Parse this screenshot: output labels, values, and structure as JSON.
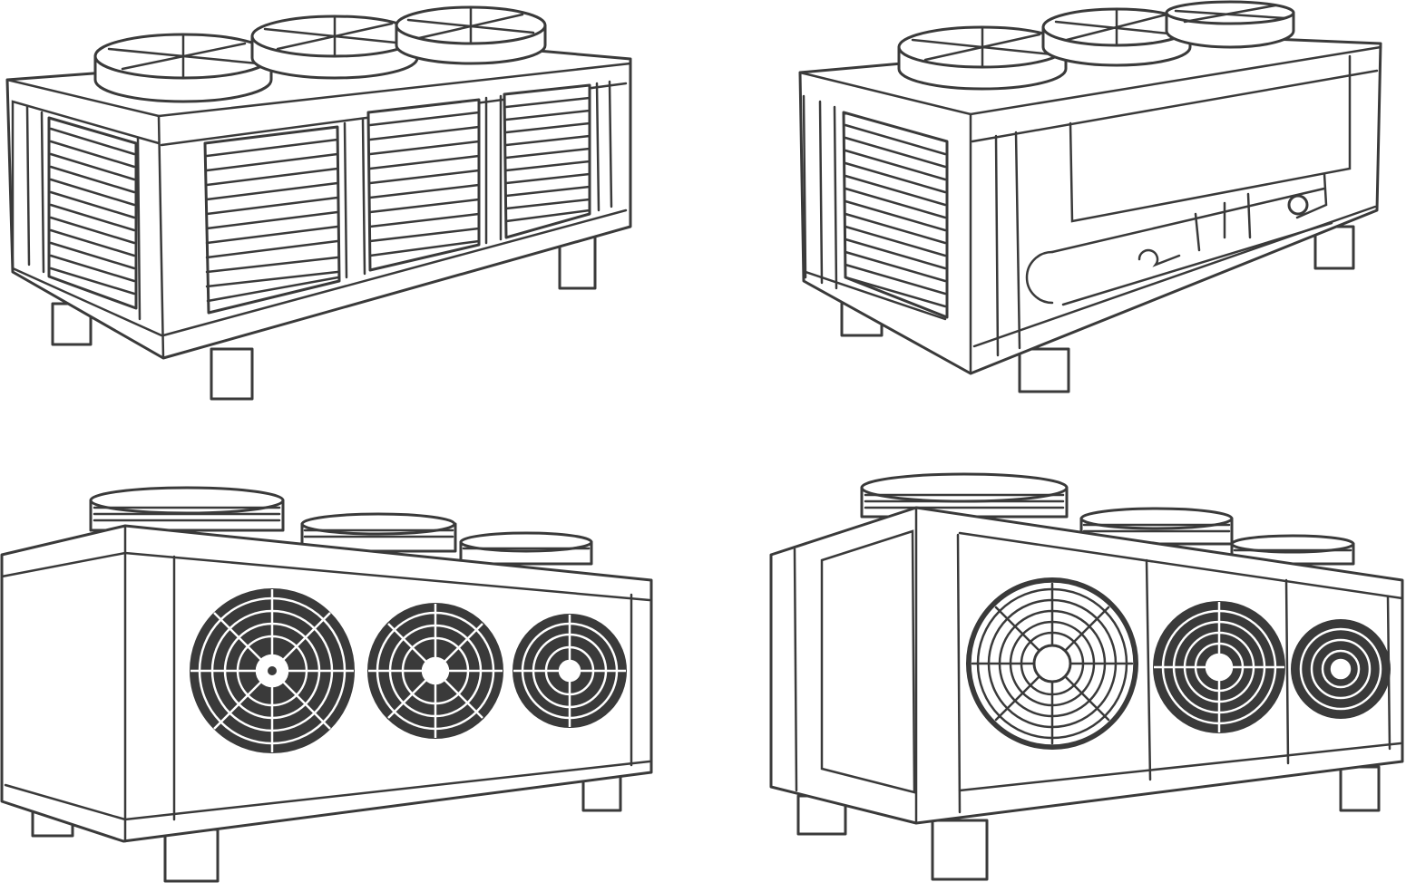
{
  "image": {
    "style": "line-art illustration",
    "stroke_color": "#3a3a3a",
    "background_color": "#ffffff"
  },
  "units": [
    {
      "id": "unit-1",
      "view": "top-fans-side-louvers",
      "top_fans": 3,
      "louver_panels": 4,
      "front_fans": 0
    },
    {
      "id": "unit-2",
      "view": "top-fans-service-side",
      "top_fans": 3,
      "louver_panels": 1,
      "front_fans": 0
    },
    {
      "id": "unit-3",
      "view": "front-fans",
      "top_fans": 3,
      "louver_panels": 0,
      "front_fans": 3
    },
    {
      "id": "unit-4",
      "view": "front-fans-angled",
      "top_fans": 3,
      "louver_panels": 0,
      "front_fans": 3
    }
  ]
}
